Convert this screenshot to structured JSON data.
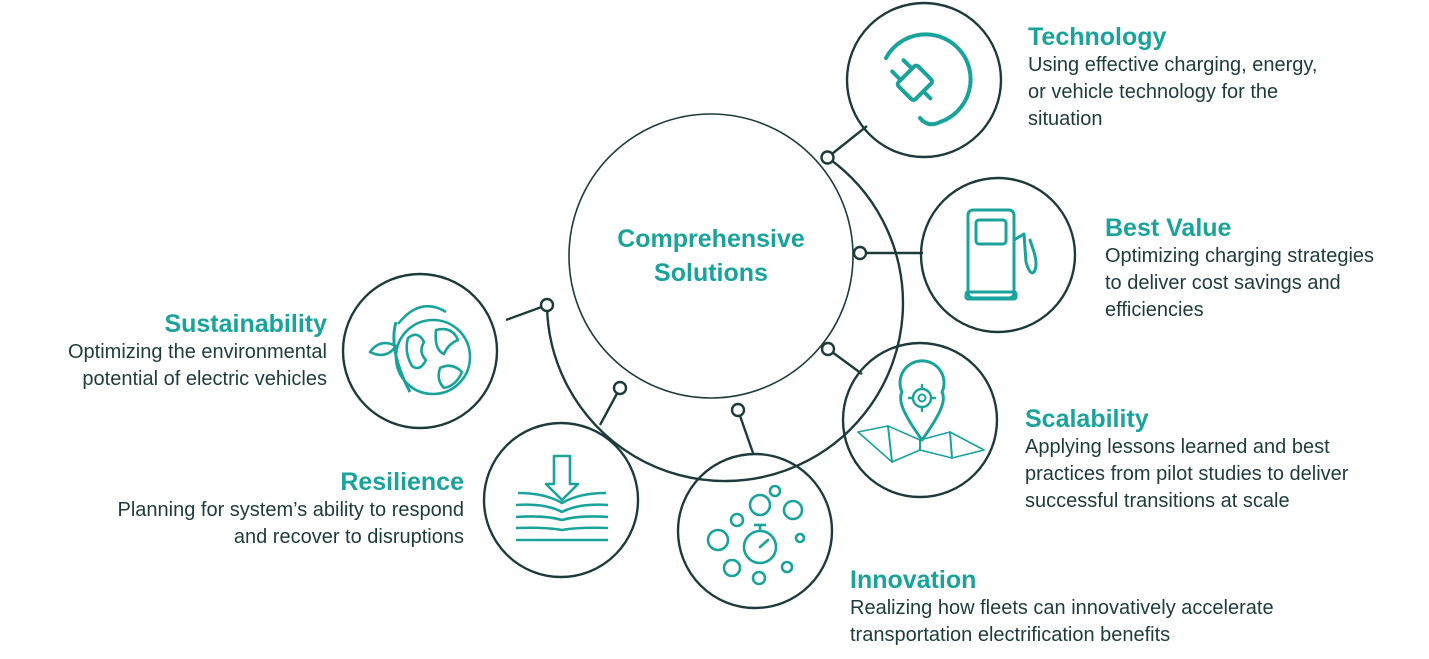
{
  "center": {
    "title_line1": "Comprehensive",
    "title_line2": "Solutions"
  },
  "nodes": {
    "technology": {
      "title": "Technology",
      "desc": "Using effective charging, energy, or vehicle technology for the situation",
      "icon": "plug-icon"
    },
    "best_value": {
      "title": "Best Value",
      "desc": "Optimizing charging strategies to deliver cost savings and efficiencies",
      "icon": "fuel-pump-icon"
    },
    "scalability": {
      "title": "Scalability",
      "desc": "Applying lessons learned and best practices from pilot studies to deliver successful transitions at scale",
      "icon": "map-pin-gear-icon"
    },
    "innovation": {
      "title": "Innovation",
      "desc": "Realizing how fleets can innovatively accelerate transportation electrification benefits",
      "icon": "stopwatch-bubbles-icon"
    },
    "resilience": {
      "title": "Resilience",
      "desc": "Planning for system’s ability to respond and recover to disruptions",
      "icon": "arrow-down-waves-icon"
    },
    "sustainability": {
      "title": "Sustainability",
      "desc": "Optimizing the environmental potential of electric vehicles",
      "icon": "globe-leaf-icon"
    }
  },
  "colors": {
    "accent": "#19a39a",
    "line": "#1d3b3b",
    "text": "#1d3b3b"
  }
}
